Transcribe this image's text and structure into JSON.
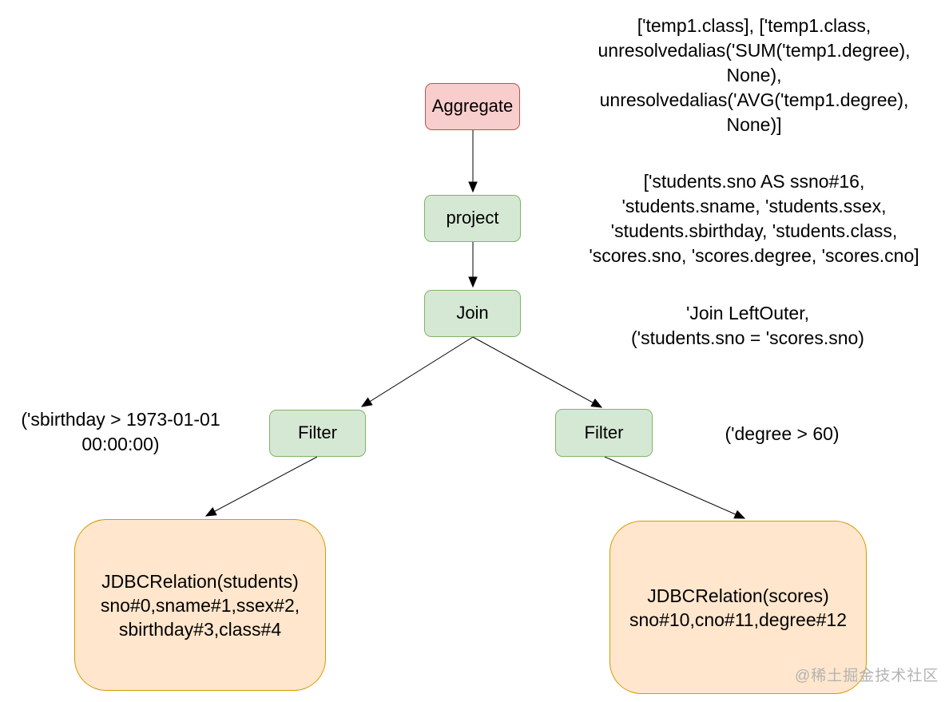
{
  "diagram": {
    "colors": {
      "node_pink_fill": "#f8cecc",
      "node_pink_stroke": "#b85450",
      "node_green_fill": "#d5e8d4",
      "node_green_stroke": "#82b366",
      "node_orange_fill": "#ffe6cc",
      "node_orange_stroke": "#d79b00",
      "edge_color": "#000000",
      "watermark_color": "#b3b3b3"
    },
    "nodes": {
      "aggregate": {
        "label": "Aggregate"
      },
      "project": {
        "label": "project"
      },
      "join": {
        "label": "Join"
      },
      "filter_left": {
        "label": "Filter"
      },
      "filter_right": {
        "label": "Filter"
      },
      "jdbc_students": {
        "label": "JDBCRelation(students)\nsno#0,sname#1,ssex#2,\nsbirthday#3,class#4"
      },
      "jdbc_scores": {
        "label": "JDBCRelation(scores)\nsno#10,cno#11,degree#12"
      }
    },
    "annotations": {
      "aggregate_note": "['temp1.class], ['temp1.class,\nunresolvedalias('SUM('temp1.degree),\nNone),\nunresolvedalias('AVG('temp1.degree),\nNone)]",
      "project_note": "['students.sno AS ssno#16,\n'students.sname, 'students.ssex,\n'students.sbirthday, 'students.class,\n'scores.sno, 'scores.degree, 'scores.cno]",
      "join_note": "'Join LeftOuter,\n('students.sno = 'scores.sno)",
      "filter_left_note": "('sbirthday > 1973-01-01\n00:00:00)",
      "filter_right_note": "('degree > 60)"
    },
    "watermark": "@稀土掘金技术社区"
  }
}
